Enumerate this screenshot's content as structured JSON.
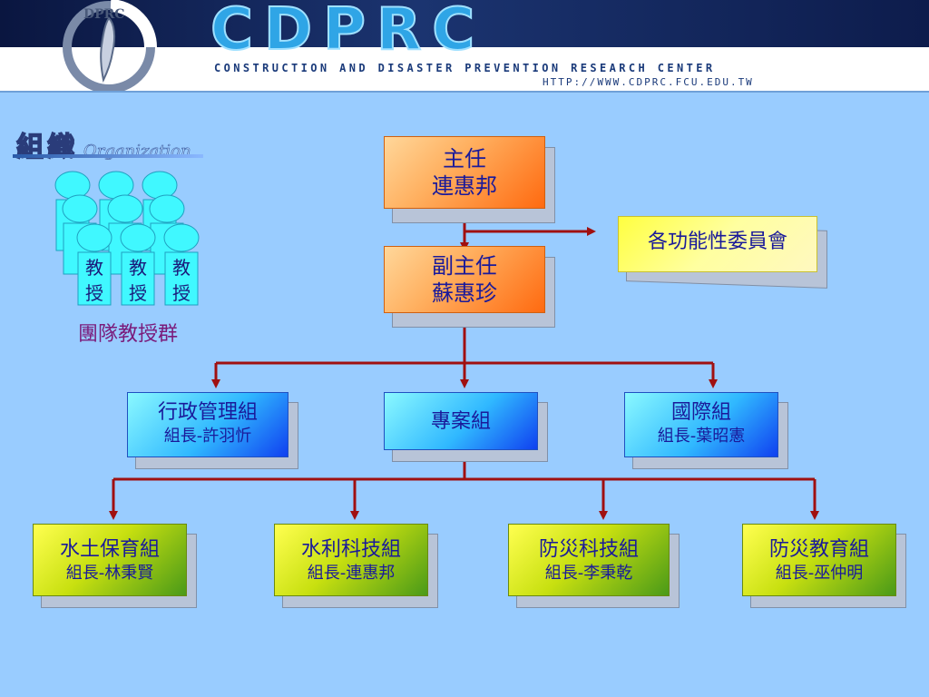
{
  "header": {
    "title": "CDPRC",
    "subtitle": "CONSTRUCTION AND DISASTER PREVENTION RESEARCH CENTER",
    "url": "HTTP://WWW.CDPRC.FCU.EDU.TW",
    "logo_text": "DPRC"
  },
  "section_title": {
    "zh": "組織",
    "en": "Organization"
  },
  "professors": {
    "figure_label": [
      "教",
      "授"
    ],
    "group_label": "團隊教授群"
  },
  "director": {
    "role": "主任",
    "name": "連惠邦"
  },
  "committee": {
    "label": "各功能性委員會"
  },
  "deputy": {
    "role": "副主任",
    "name": "蘇惠珍"
  },
  "groups_level1": [
    {
      "name": "行政管理組",
      "leader": "組長-許羽忻"
    },
    {
      "name": "專案組",
      "leader": ""
    },
    {
      "name": "國際組",
      "leader": "組長-葉昭憲"
    }
  ],
  "groups_level2": [
    {
      "name": "水土保育組",
      "leader": "組長-林秉賢"
    },
    {
      "name": "水利科技組",
      "leader": "組長-連惠邦"
    },
    {
      "name": "防災科技組",
      "leader": "組長-李秉乾"
    },
    {
      "name": "防災教育組",
      "leader": "組長-巫仲明"
    }
  ],
  "colors": {
    "connector": "#a01010",
    "background": "#99ccff",
    "header_accent": "#2fa5e6"
  }
}
